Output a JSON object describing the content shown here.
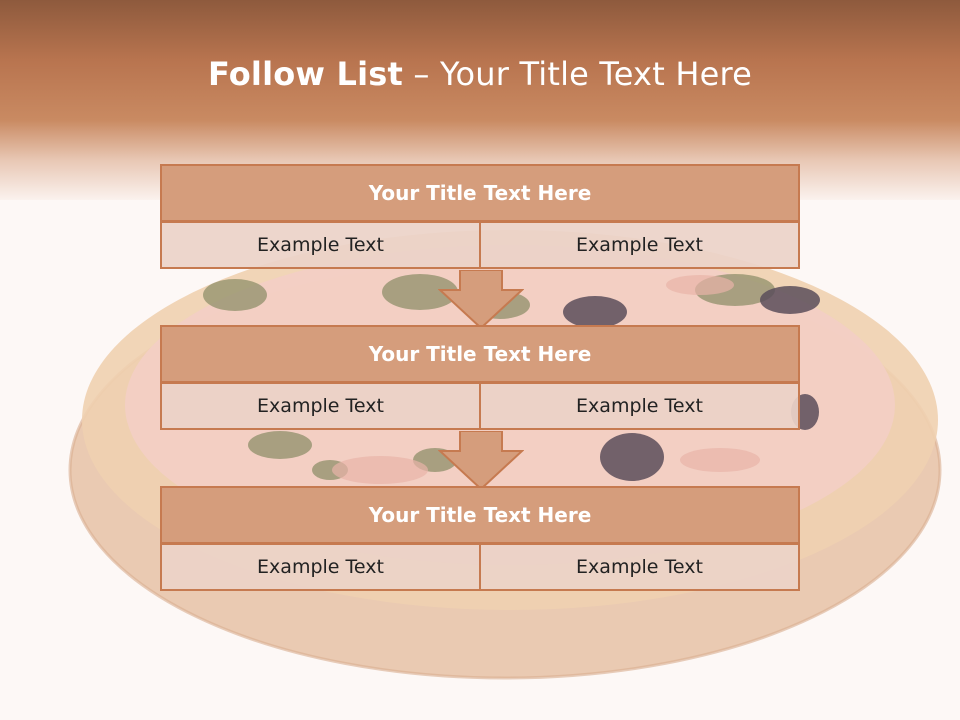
{
  "header": {
    "title_bold": "Follow List",
    "title_rest": " – Your Title Text Here"
  },
  "colors": {
    "header_top": "#8e5a3d",
    "header_mid": "#c98a62",
    "block_title_fill": "#d59d7c",
    "block_border": "#c67a50",
    "cell_fill": "#ecd2c8"
  },
  "background_image": "pizza-on-wooden-board",
  "blocks": [
    {
      "title": "Your Title Text Here",
      "left": "Example Text",
      "right": "Example Text"
    },
    {
      "title": "Your Title Text Here",
      "left": "Example Text",
      "right": "Example Text"
    },
    {
      "title": "Your Title Text Here",
      "left": "Example Text",
      "right": "Example Text"
    }
  ]
}
